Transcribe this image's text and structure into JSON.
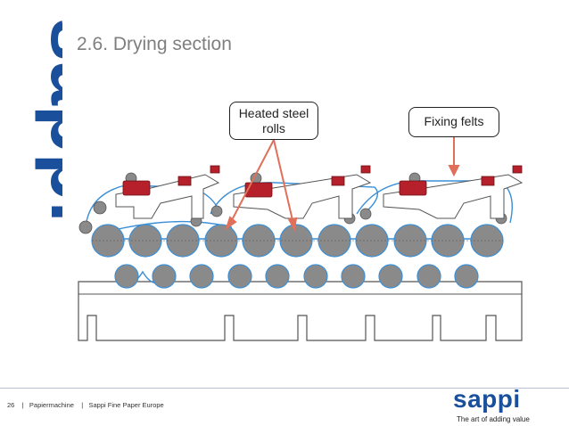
{
  "slide": {
    "title": "2.6. Drying section",
    "brand_vertical_text": "sappi"
  },
  "callouts": {
    "heated_rolls": "Heated steel\nrolls",
    "fixing_felts": "Fixing felts"
  },
  "footer": {
    "page_number": "26",
    "separator": "|",
    "section": "Papiermachine",
    "company": "Sappi Fine Paper Europe"
  },
  "logo": {
    "name": "sappi",
    "tagline": "The art of adding value"
  },
  "colors": {
    "title_gray": "#7f7f7f",
    "brand_blue": "#1a4f9c",
    "felt_blue": "#3b8fd6",
    "arrow_red": "#e0705a",
    "roll_gray": "#8a8a8a",
    "drive_red": "#b5202a"
  },
  "diagram": {
    "upper_cylinders": 11,
    "lower_cylinders": 10
  }
}
